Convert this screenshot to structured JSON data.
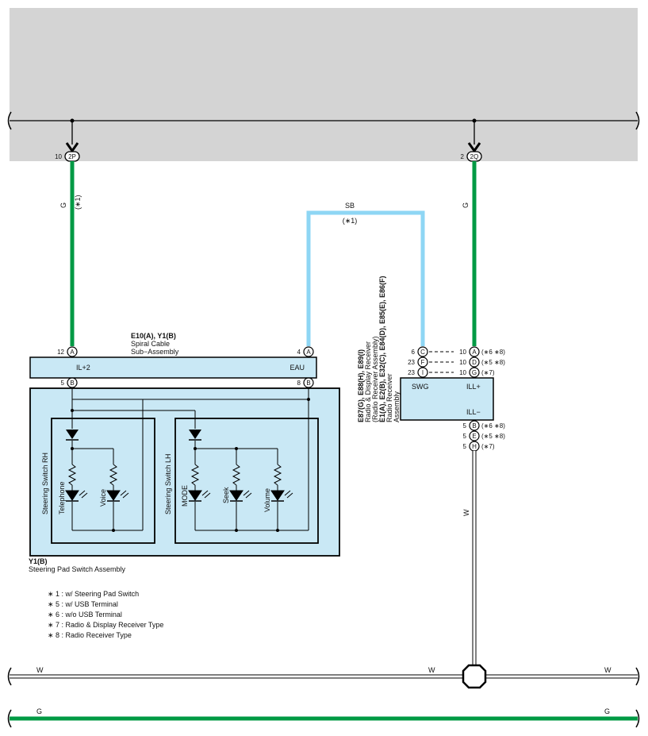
{
  "colors": {
    "green": "#009a44",
    "sky": "#8ed6f4",
    "body_fill": "#c9e8f5",
    "gray_area": "#d4d4d4"
  },
  "top_connectors": {
    "left": {
      "pin": "10",
      "code": "2P"
    },
    "right": {
      "pin": "2",
      "code": "2Q"
    }
  },
  "wires": {
    "g_left": "G",
    "g_left_note": "(∗1)",
    "g_right": "G",
    "sb": "SB",
    "sb_note": "(∗1)",
    "w_vertical": "W",
    "bus_w_left": "W",
    "bus_w_mid": "W",
    "bus_w_right": "W",
    "bus_g_left": "G",
    "bus_g_right": "G"
  },
  "spiral": {
    "connector": "E10(A), Y1(B)",
    "name_line1": "Spiral Cable",
    "name_line2": "Sub−Assembly",
    "pin_il2": "12",
    "pin_il2_letter": "A",
    "label_il2": "IL+2",
    "pin_eau": "4",
    "pin_eau_letter": "A",
    "label_eau": "EAU",
    "pin_b1": "5",
    "pin_b1_letter": "B",
    "pin_b2": "8",
    "pin_b2_letter": "B"
  },
  "pad": {
    "connector": "Y1(B)",
    "name": "Steering Pad Switch Assembly",
    "rh_label": "Steering Switch RH",
    "lh_label": "Steering Switch LH",
    "telephone": "Telephone",
    "voice": "Voice",
    "mode": "MODE",
    "seek": "Seek",
    "volume": "Volume"
  },
  "radio": {
    "connector_line1": "E87(G), E88(H), E89(I)",
    "name_line1": "Radio & Display Receiver",
    "name_line2": "(Radio Receiver Assembly)",
    "connector_line2": "E1(A), E2(B), E32(C), E84(D), E85(E), E86(F)",
    "name_line3": "Radio Receiver",
    "name_line4": "Assembly",
    "label_swg": "SWG",
    "label_ill_plus": "ILL+",
    "label_ill_minus": "ILL−",
    "swg_pins": [
      {
        "num": "6",
        "letter": "C"
      },
      {
        "num": "23",
        "letter": "F"
      },
      {
        "num": "23",
        "letter": "I"
      }
    ],
    "ill_pins": [
      {
        "num": "10",
        "letter": "A",
        "note": "(∗6 ∗8)"
      },
      {
        "num": "10",
        "letter": "D",
        "note": "(∗5 ∗8)"
      },
      {
        "num": "10",
        "letter": "G",
        "note": "(∗7)"
      }
    ],
    "gnd_pins": [
      {
        "num": "5",
        "letter": "B",
        "note": "(∗6 ∗8)"
      },
      {
        "num": "5",
        "letter": "E",
        "note": "(∗5 ∗8)"
      },
      {
        "num": "5",
        "letter": "H",
        "note": "(∗7)"
      }
    ]
  },
  "notes": [
    "∗ 1 : w/ Steering Pad Switch",
    "∗ 5 : w/ USB Terminal",
    "∗ 6 : w/o USB Terminal",
    "∗ 7 : Radio & Display Receiver Type",
    "∗ 8 : Radio Receiver Type"
  ]
}
